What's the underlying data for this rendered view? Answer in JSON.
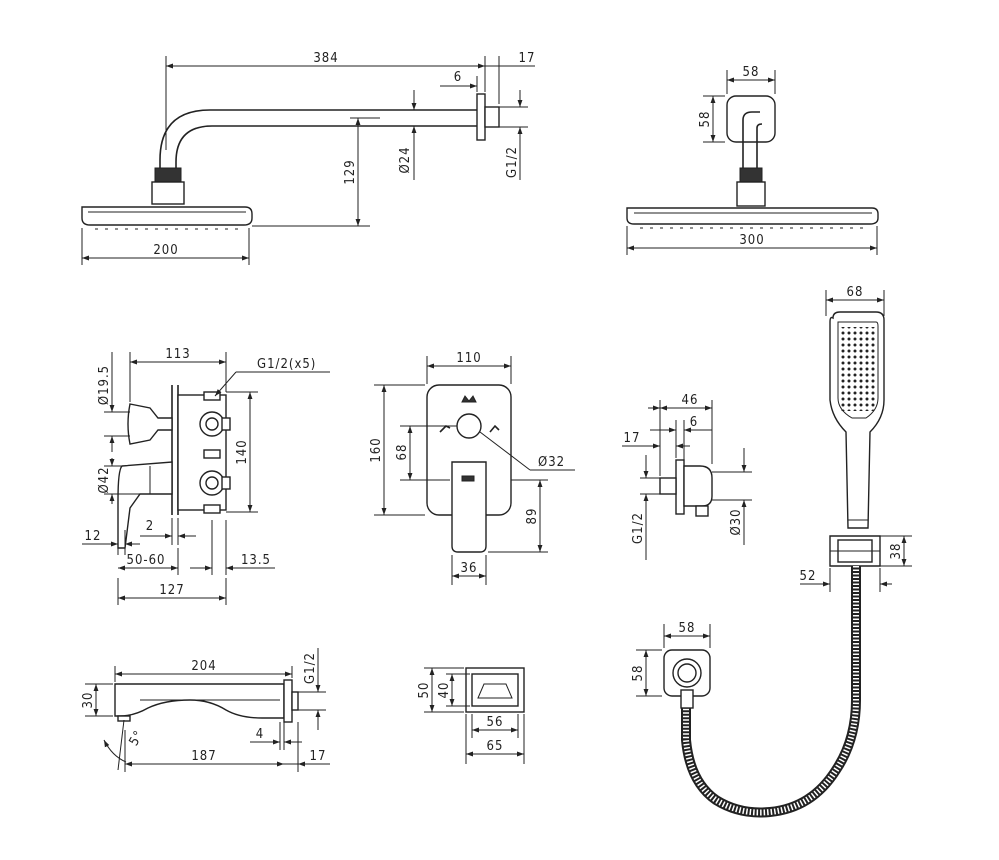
{
  "dims": {
    "head_arm_length": "384",
    "flange_depth": "17",
    "flange_offset": "6",
    "arm_drop": "129",
    "arm_diameter": "Ø24",
    "arm_thread": "G1/2",
    "head_width_small": "200",
    "flange_square": "58",
    "flange_square_h": "58",
    "head_width_large": "300",
    "mixer_depth": "113",
    "mixer_thread": "G1/2(x5)",
    "knob_diameter": "Ø19.5",
    "lever_diameter": "Ø42",
    "body_height": "140",
    "wall_offset": "2",
    "lever_offset": "12",
    "install_depth": "50-60",
    "rear_offset": "13.5",
    "overall_depth": "127",
    "plate_width": "110",
    "plate_height": "160",
    "diverter_height": "68",
    "diverter_diameter": "Ø32",
    "handle_drop": "89",
    "handle_width": "36",
    "elbow_depth": "46",
    "elbow_step": "6",
    "elbow_wall": "17",
    "elbow_thread": "G1/2",
    "elbow_diameter": "Ø30",
    "handshower_width": "68",
    "holder_height": "38",
    "holder_depth": "52",
    "spout_length": "204",
    "spout_height": "30",
    "spout_thread": "G1/2",
    "spout_angle": "5°",
    "spout_inner": "187",
    "spout_step": "4",
    "spout_flange": "17",
    "spout_plate_h_outer": "50",
    "spout_plate_h_inner": "40",
    "spout_plate_w_inner": "56",
    "spout_plate_w_outer": "65",
    "outlet_width": "58",
    "outlet_height": "58"
  }
}
